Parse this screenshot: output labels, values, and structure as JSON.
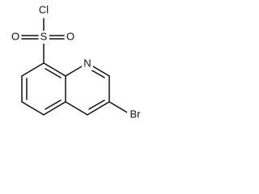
{
  "molecule": {
    "atom_labels": {
      "chlorine": "Cl",
      "sulfur": "S",
      "oxygen_left": "O",
      "oxygen_right": "O",
      "nitrogen": "N",
      "bromine": "Br"
    },
    "colors": {
      "ink": "#111111",
      "background": "#ffffff"
    }
  }
}
